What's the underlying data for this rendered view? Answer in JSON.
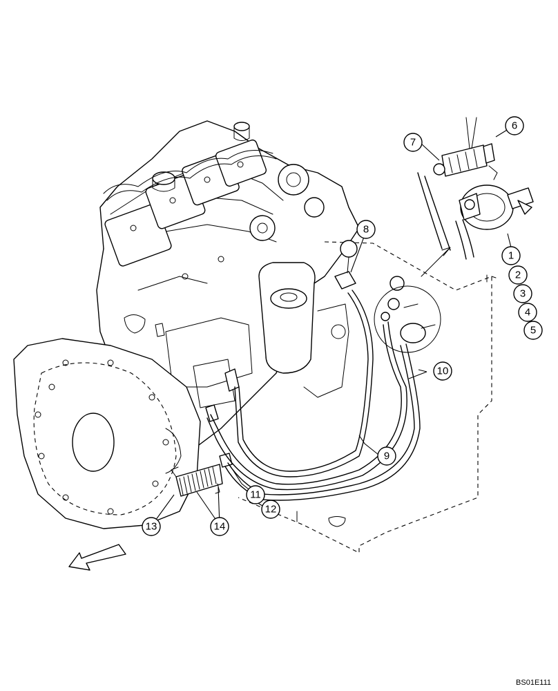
{
  "callouts": [
    "1",
    "2",
    "3",
    "4",
    "5",
    "6",
    "7",
    "8",
    "9",
    "10",
    "11",
    "12",
    "13",
    "14"
  ],
  "figure_code": "BS01E111"
}
